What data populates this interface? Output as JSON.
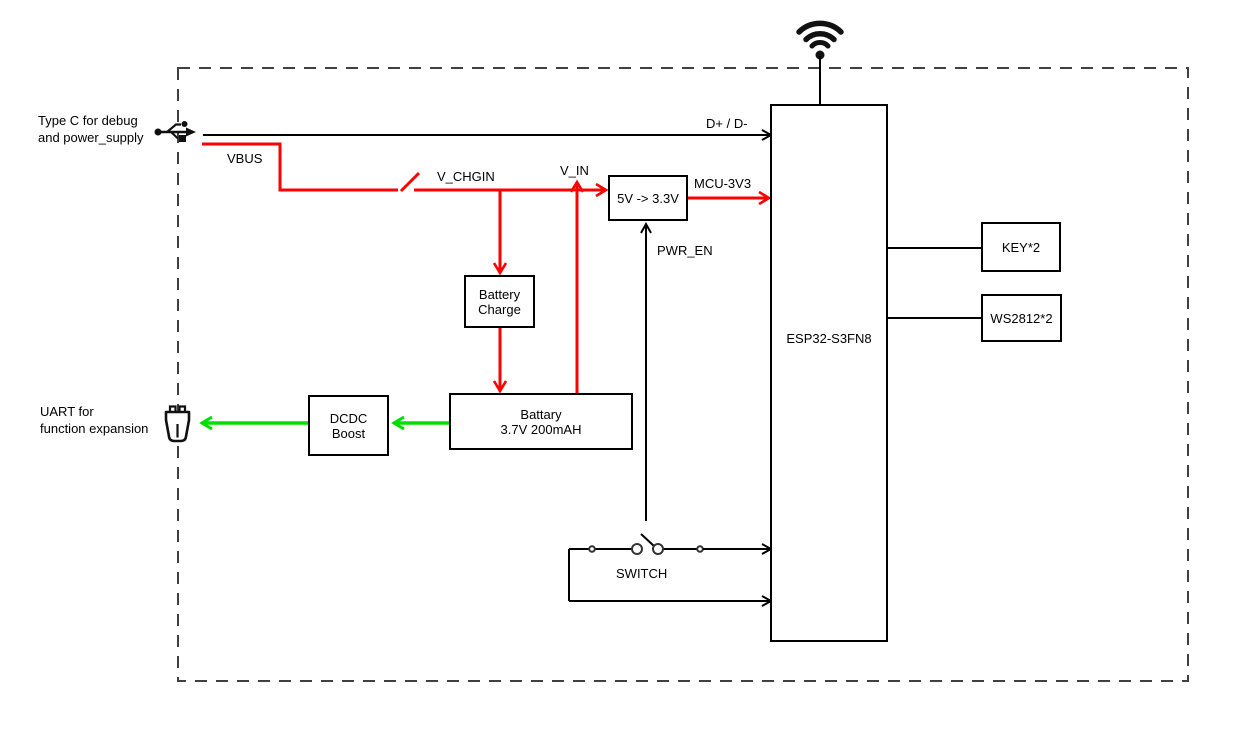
{
  "diagram": {
    "external_labels": {
      "type_c_line1": "Type C for debug",
      "type_c_line2": "and power_supply",
      "uart_line1": "UART for",
      "uart_line2": "function expansion"
    },
    "net_labels": {
      "vbus": "VBUS",
      "v_chgin": "V_CHGIN",
      "v_in": "V_IN",
      "data_lines": "D+ / D-",
      "mcu_3v3": "MCU-3V3",
      "pwr_en": "PWR_EN",
      "switch": "SWITCH"
    },
    "blocks": {
      "regulator": "5V -> 3.3V",
      "battery_charge_line1": "Battery",
      "battery_charge_line2": "Charge",
      "battery_line1": "Battary",
      "battery_line2": "3.7V 200mAH",
      "dcdc_line1": "DCDC",
      "dcdc_line2": "Boost",
      "mcu": "ESP32-S3FN8",
      "keys": "KEY*2",
      "leds": "WS2812*2"
    },
    "icons": {
      "antenna": "wifi-antenna-icon",
      "usb": "usb-trident-icon",
      "uart": "uart-connector-icon",
      "power_switch": "spst-switch-icon"
    },
    "colors": {
      "wire-power-red": "#ff0000",
      "wire-boost-green": "#00e000",
      "wire-signal-black": "#000000",
      "border-dashed": "#404040"
    }
  }
}
